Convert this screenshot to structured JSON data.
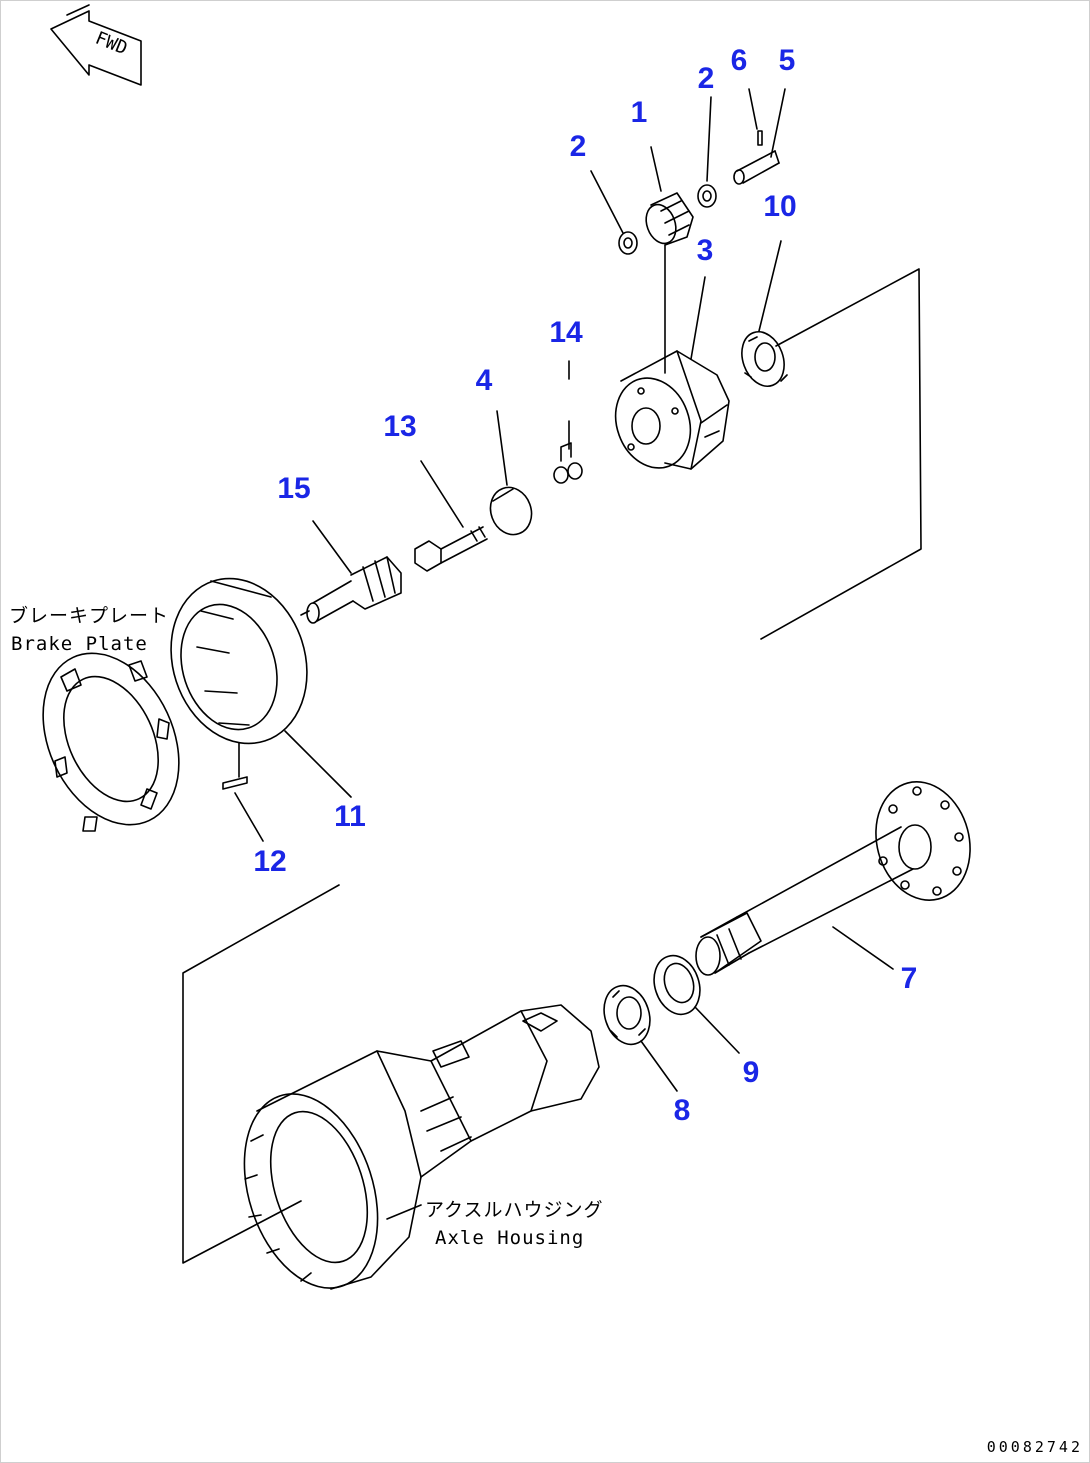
{
  "fwd_arrow": {
    "label": "FWD",
    "icon": "fwd-arrow-icon"
  },
  "callouts": {
    "c1": "1",
    "c2a": "2",
    "c2b": "2",
    "c3": "3",
    "c4": "4",
    "c5": "5",
    "c6": "6",
    "c7": "7",
    "c8": "8",
    "c9": "9",
    "c10": "10",
    "c11": "11",
    "c12": "12",
    "c13": "13",
    "c14": "14",
    "c15": "15"
  },
  "notes": {
    "brake_plate_jp": "ブレーキプレート",
    "brake_plate_en": "Brake Plate",
    "axle_housing_jp": "アクスルハウジング",
    "axle_housing_en": "Axle Housing"
  },
  "drawing_number": "00082742",
  "colors": {
    "callout": "#1a26e6",
    "line": "#000000",
    "background": "#ffffff"
  }
}
